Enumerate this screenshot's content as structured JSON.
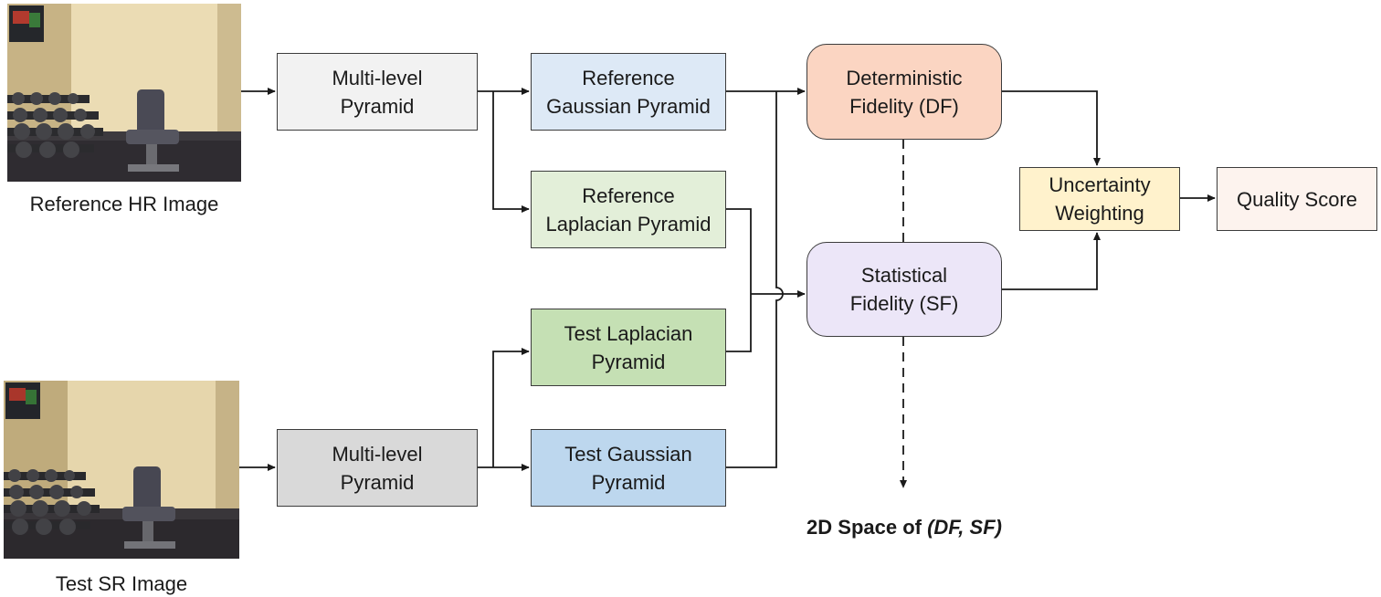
{
  "images": {
    "reference": {
      "caption": "Reference HR Image"
    },
    "test": {
      "caption": "Test SR Image"
    }
  },
  "boxes": {
    "ref_pyramid": {
      "label": "Multi-level\nPyramid",
      "color": "#f2f2f2"
    },
    "test_pyramid": {
      "label": "Multi-level\nPyramid",
      "color": "#d9d9d9"
    },
    "ref_gaussian": {
      "label": "Reference\nGaussian Pyramid",
      "color": "#dde9f6"
    },
    "ref_laplacian": {
      "label": "Reference\nLaplacian Pyramid",
      "color": "#e3efd9"
    },
    "test_laplacian": {
      "label": "Test Laplacian\nPyramid",
      "color": "#c5e0b4"
    },
    "test_gaussian": {
      "label": "Test Gaussian\nPyramid",
      "color": "#bdd7ee"
    },
    "deterministic": {
      "label": "Deterministic\nFidelity (DF)",
      "color": "#fbd5c2"
    },
    "statistical": {
      "label": "Statistical\nFidelity (SF)",
      "color": "#ece6f8"
    },
    "uncertainty": {
      "label": "Uncertainty\nWeighting",
      "color": "#fff2cc"
    },
    "quality": {
      "label": "Quality Score",
      "color": "#fdf3ee"
    }
  },
  "space_label": {
    "prefix": "2D Space of ",
    "emphasis": "(DF, SF)"
  },
  "colors": {
    "line": "#1a1a1a",
    "border": "#3c3c3c"
  }
}
